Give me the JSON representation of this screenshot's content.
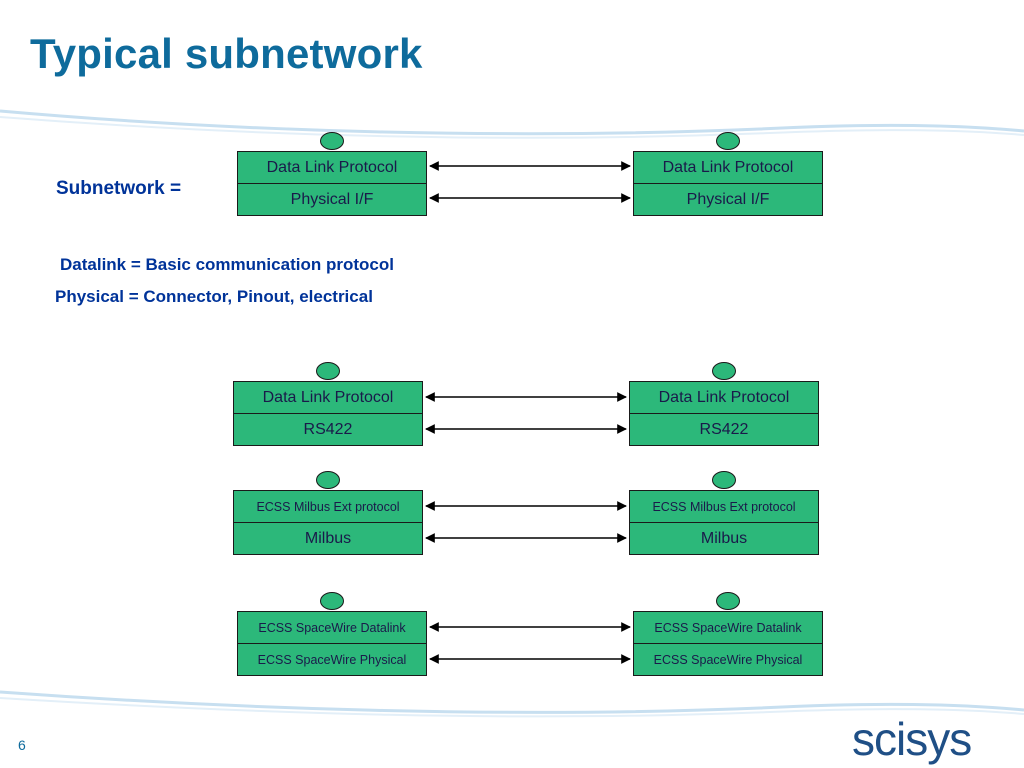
{
  "slide": {
    "title": "Typical subnetwork",
    "page_number": "6",
    "logo_text": "scisys"
  },
  "definitions": {
    "subnetwork_label": "Subnetwork =",
    "datalink_def": "Datalink = Basic communication protocol",
    "physical_def": "Physical = Connector, Pinout, electrical"
  },
  "colors": {
    "title": "#0e6b9c",
    "label_text": "#003399",
    "node_fill": "#2cb87a",
    "logo": "#1f4f86"
  },
  "diagrams": [
    {
      "top_label": "Data Link Protocol",
      "bottom_label": "Physical I/F",
      "text_size": "large"
    },
    {
      "top_label": "Data Link Protocol",
      "bottom_label": "RS422",
      "text_size": "large"
    },
    {
      "top_label": "ECSS Milbus Ext protocol",
      "bottom_label": "Milbus",
      "text_size": "mixed"
    },
    {
      "top_label": "ECSS SpaceWire  Datalink",
      "bottom_label": "ECSS SpaceWire  Physical",
      "text_size": "small"
    }
  ]
}
